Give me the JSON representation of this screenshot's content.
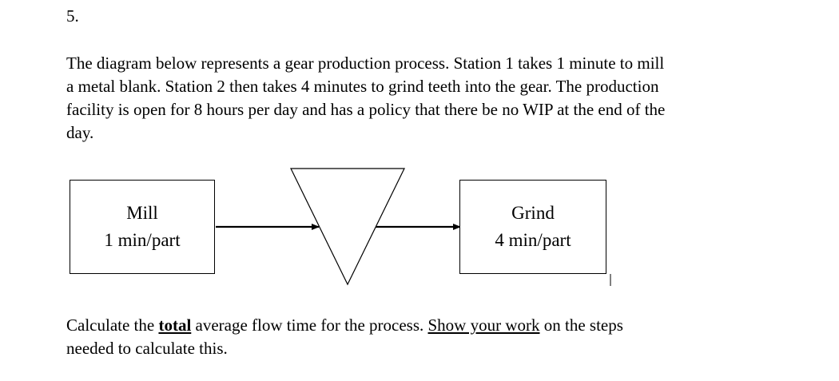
{
  "question_number": "5.",
  "intro": {
    "line1": "The diagram below represents a gear production process.  Station 1 takes 1 minute to mill",
    "line2": "a metal blank.  Station 2 then takes 4 minutes to grind teeth into the gear.  The production",
    "line3": "facility is open for 8 hours per day and has a policy that there be no WIP at the end of the",
    "line4": "day."
  },
  "diagram": {
    "station1": {
      "name": "Mill",
      "rate": "1 min/part"
    },
    "station2": {
      "name": "Grind",
      "rate": "4 min/part"
    },
    "buffer_icon": "inventory-triangle"
  },
  "question": {
    "part1": "Calculate the ",
    "bold": "total",
    "part2": " average flow time for the process.  ",
    "underlined": "Show your work",
    "part3": " on the steps",
    "line2": "needed to calculate this."
  }
}
